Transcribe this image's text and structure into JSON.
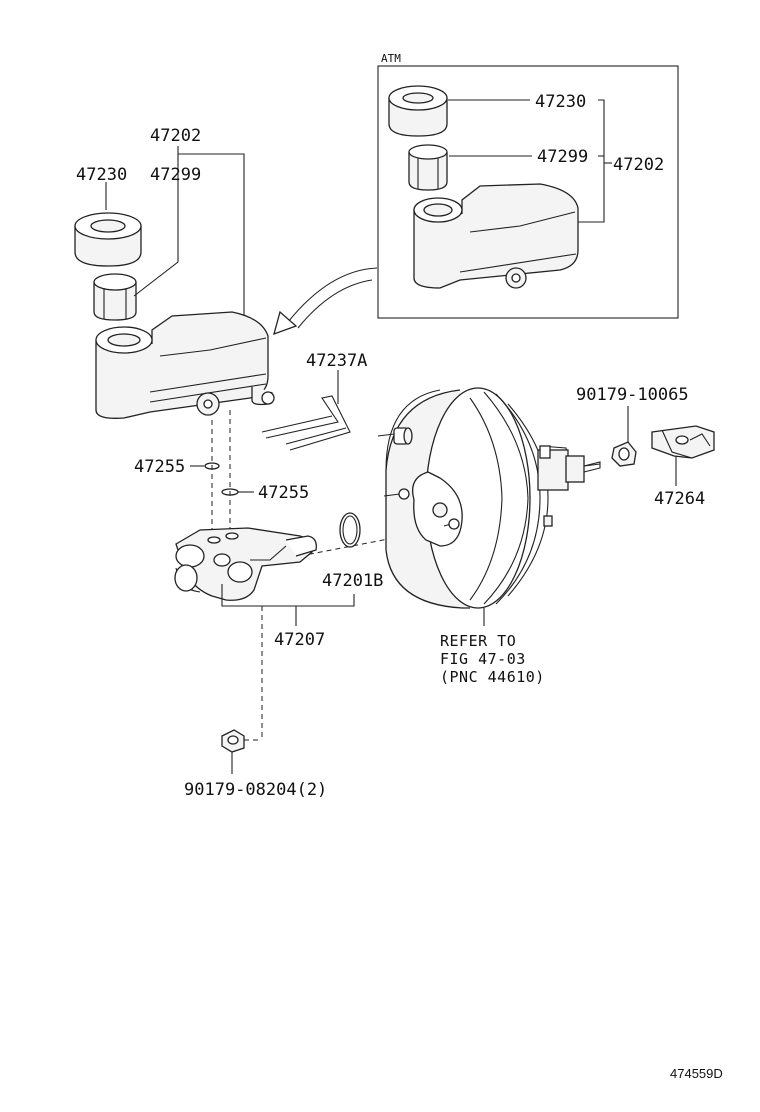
{
  "figure_id": "474559D",
  "inset": {
    "label": "ATM"
  },
  "labels": {
    "l47202_main": "47202",
    "l47230_main": "47230",
    "l47299_main": "47299",
    "l47230_inset": "47230",
    "l47299_inset": "47299",
    "l47202_inset": "47202",
    "l47237A": "47237A",
    "l90179_10065": "90179-10065",
    "l47264": "47264",
    "l47255_a": "47255",
    "l47255_b": "47255",
    "l47201B": "47201B",
    "l47207": "47207",
    "l90179_08204": "90179-08204(2)"
  },
  "reference": {
    "line1": "REFER TO",
    "line2": "FIG 47-03",
    "line3": "(PNC 44610)"
  }
}
